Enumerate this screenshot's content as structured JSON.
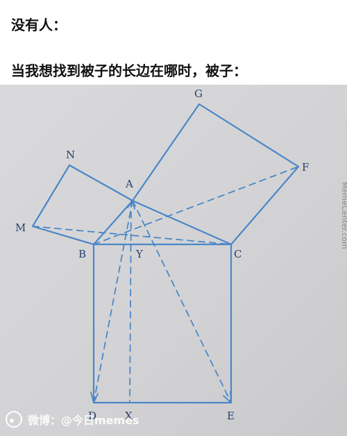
{
  "captions": {
    "line1": "没有人：",
    "line2": "当我想找到被子的长边在哪时，被子："
  },
  "diagram": {
    "point_labels": {
      "G": "G",
      "N": "N",
      "A": "A",
      "F": "F",
      "M": "M",
      "B": "B",
      "Y": "Y",
      "C": "C",
      "D": "D",
      "X": "X",
      "E": "E"
    }
  },
  "watermarks": {
    "side": "MemeCenter.com",
    "bottom": "微博：@今日memes"
  },
  "colors": {
    "paper": "#d4d4d6",
    "ink": "#4a86c8",
    "label_ink": "#2a3f6a"
  }
}
